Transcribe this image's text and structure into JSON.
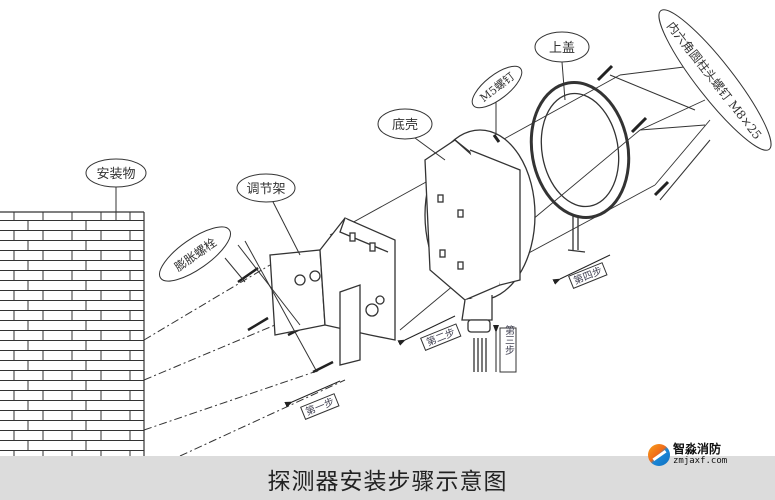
{
  "title": "探测器安装步骤示意图",
  "watermark": {
    "brand": "智淼消防",
    "url": "zmjaxf.com",
    "colors": {
      "orange": "#f39a1b",
      "blue": "#1a7fd0"
    }
  },
  "labels": {
    "wall": "安装物",
    "expansion_bolt": "膨胀螺栓",
    "bracket": "调节架",
    "base_shell": "底壳",
    "m5_screw": "M5螺钉",
    "top_cover": "上盖",
    "hex_screw": "内六角圆柱头螺钉 M8×25"
  },
  "steps": {
    "step1": "第一步",
    "step2": "第二步",
    "step3": "第三步",
    "step4": "第四步"
  },
  "colors": {
    "caption_bar": "#dcdcdc",
    "line": "#333333"
  }
}
